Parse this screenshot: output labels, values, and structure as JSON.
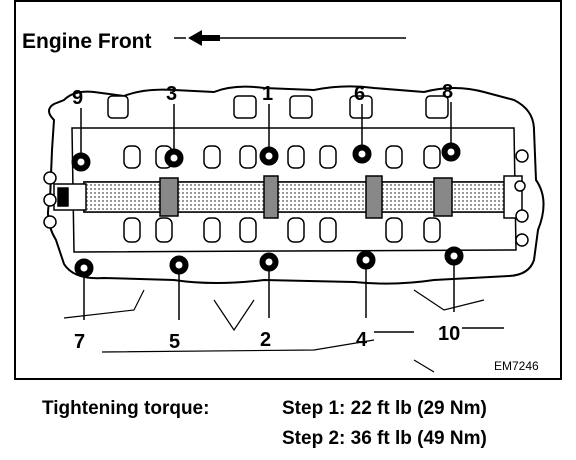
{
  "header": {
    "title": "Engine Front"
  },
  "figure_code": "EM7246",
  "bolt_numbers_top": [
    "9",
    "3",
    "1",
    "6",
    "8"
  ],
  "bolt_numbers_bottom": [
    "7",
    "5",
    "2",
    "4",
    "10"
  ],
  "torque": {
    "label": "Tightening torque:",
    "step1": "Step 1: 22 ft lb (29 Nm)",
    "step2": "Step 2: 36 ft lb (49 Nm)"
  }
}
